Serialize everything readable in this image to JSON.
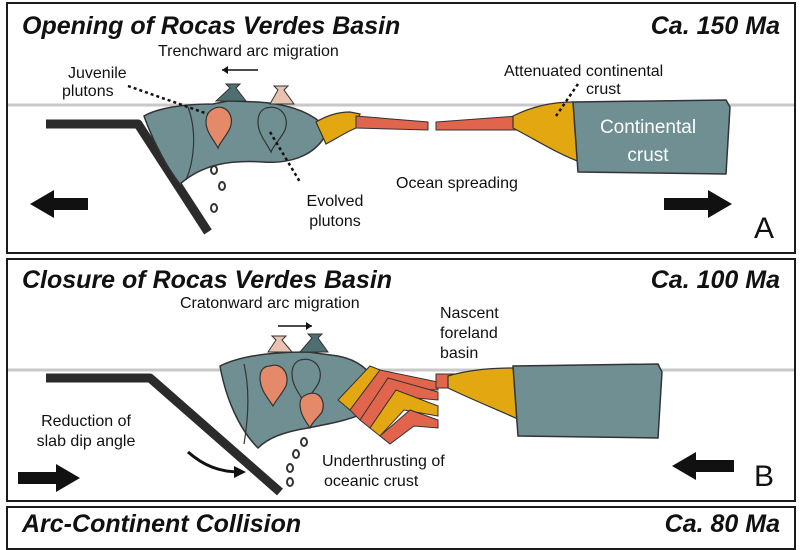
{
  "panels": [
    {
      "title": "Opening of Rocas Verdes Basin",
      "age": "Ca. 150 Ma",
      "letter": "A",
      "labels": {
        "arc_migration": "Trenchward arc migration",
        "juvenile_plutons_1": "Juvenile",
        "juvenile_plutons_2": "plutons",
        "attenuated_crust_1": "Attenuated continental",
        "attenuated_crust_2": "crust",
        "continental_crust_1": "Continental",
        "continental_crust_2": "crust",
        "ocean_spreading": "Ocean spreading",
        "evolved_plutons_1": "Evolved",
        "evolved_plutons_2": "plutons"
      }
    },
    {
      "title": "Closure of Rocas Verdes Basin",
      "age": "Ca. 100 Ma",
      "letter": "B",
      "labels": {
        "arc_migration": "Cratonward arc migration",
        "foreland_1": "Nascent",
        "foreland_2": "foreland",
        "foreland_3": "basin",
        "slab_dip_1": "Reduction of",
        "slab_dip_2": "slab dip angle",
        "underthrusting_1": "Underthrusting of",
        "underthrusting_2": "oceanic crust"
      }
    },
    {
      "title": "Arc-Continent Collision",
      "age": "Ca. 80 Ma"
    }
  ],
  "colors": {
    "arc_crust": "#6f8f92",
    "continental_crust": "#6f8f92",
    "attenuated_crust": "#e3a712",
    "ocean_crust": "#e0654c",
    "juvenile_pluton": "#e58a68",
    "evolved_pluton": "#6f8f92",
    "volcano_dark": "#4e6f72",
    "volcano_light": "#eac3b0",
    "slab": "#2b2b2b",
    "sea_level": "#c8c8c8"
  }
}
